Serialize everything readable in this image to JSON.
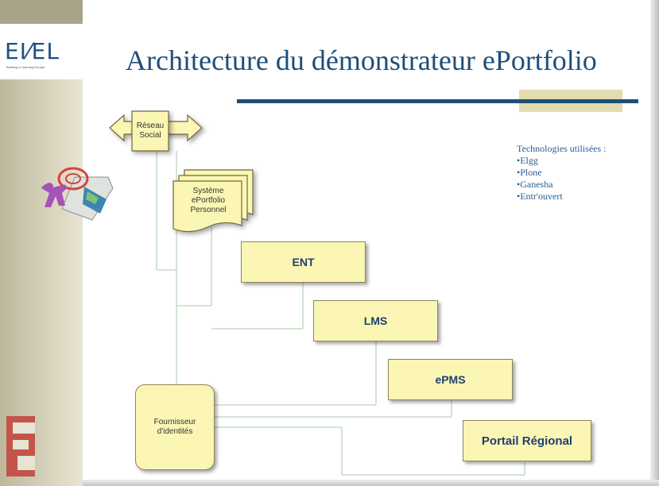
{
  "logo": {
    "text": "EI⁄EL",
    "subtitle": "Building a Learning Europe"
  },
  "title": "Architecture du démonstrateur ePortfolio",
  "diagram": {
    "reseau_social": "Réseau Social",
    "systeme_eportfolio": "Système ePortfolio Personnel",
    "ent": "ENT",
    "lms": "LMS",
    "epms": "ePMS",
    "portail": "Portail Régional",
    "fournisseur": "Fournisseur d'identités"
  },
  "technologies": {
    "heading": "Technologies utilisées :",
    "items": [
      "Elgg",
      "Plone",
      "Ganesha",
      "Entr'ouvert"
    ]
  },
  "colors": {
    "box_fill": "#fbf6b4",
    "title": "#1f4e79",
    "connector": "#c6dcc6"
  },
  "icons": [
    "clipart-figure-icon",
    "fs-logo-icon"
  ]
}
